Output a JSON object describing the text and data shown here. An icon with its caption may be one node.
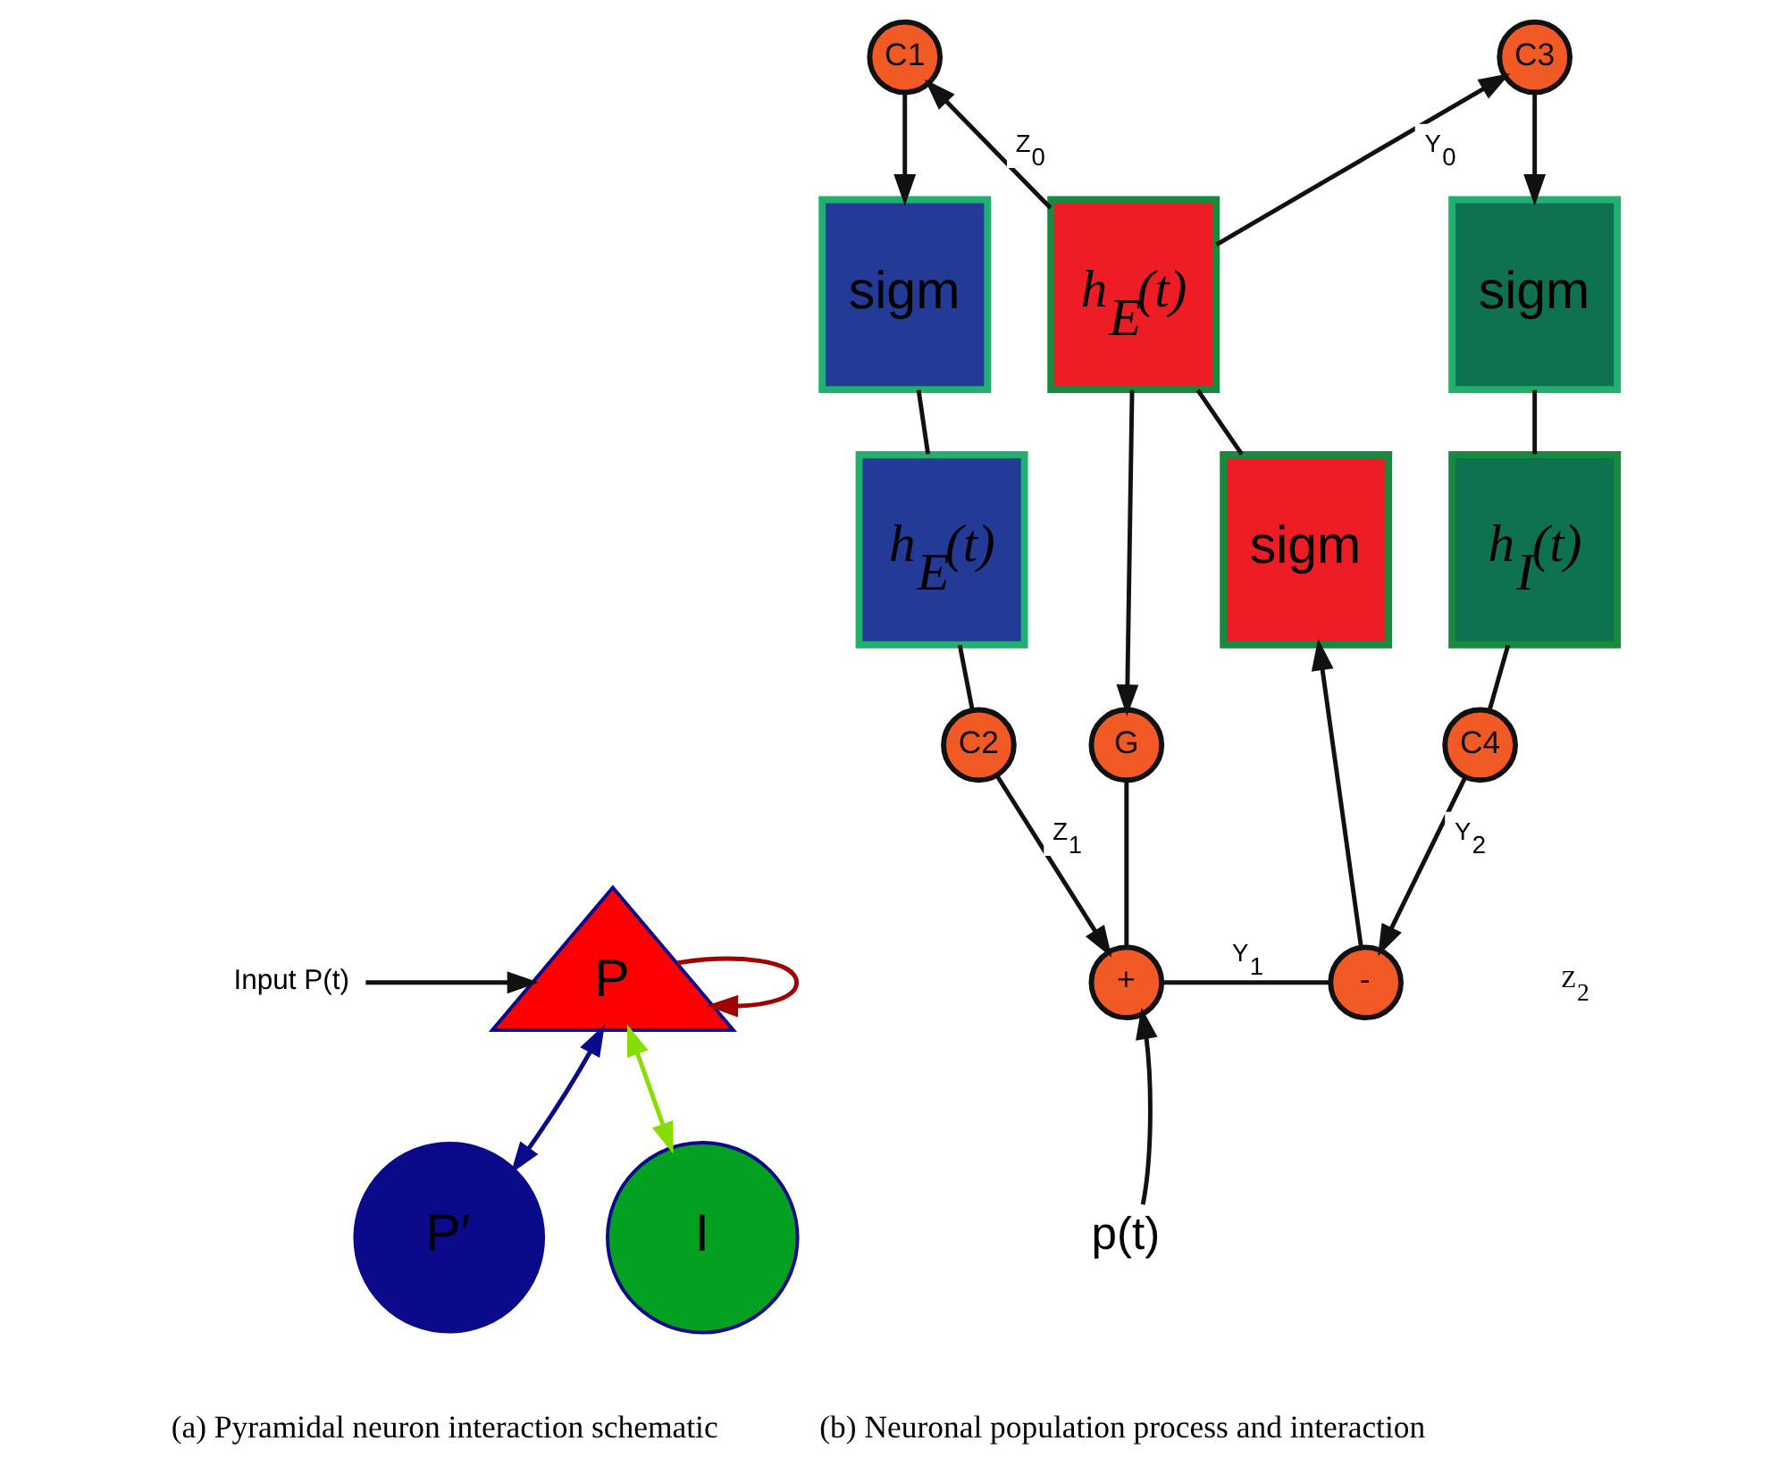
{
  "diagram": {
    "nodes": [
      {
        "text": [
          "Input P(t)"
        ]
      },
      {
        "text": [
          "P"
        ]
      },
      {
        "text": [
          "P′"
        ]
      },
      {
        "text": [
          "I"
        ]
      },
      {
        "text": [
          "C1"
        ]
      },
      {
        "text": [
          "C3"
        ]
      },
      {
        "text": [
          "sigm"
        ]
      },
      {
        "text": [
          "h$_{E}$(t)"
        ]
      },
      {
        "text": [
          "sigm"
        ]
      },
      {
        "text": [
          "h$_{E}$(t)"
        ]
      },
      {
        "text": [
          "sigm"
        ]
      },
      {
        "text": [
          "h$_{I}$(t)"
        ]
      },
      {
        "text": [
          "C2"
        ]
      },
      {
        "text": [
          "G"
        ]
      },
      {
        "text": [
          "C4"
        ]
      },
      {
        "text": [
          "+"
        ]
      },
      {
        "text": [
          "-"
        ]
      },
      {
        "text": [
          "p(t)"
        ]
      }
    ],
    "edges": [
      {
        "from": 0,
        "to": 1,
        "arrow": "to"
      },
      {
        "from": 2,
        "to": 1,
        "arrow": "both",
        "color": "#0a0a8a"
      },
      {
        "from": 1,
        "to": 1,
        "arrow": "to",
        "color": "#a00000"
      },
      {
        "from": 1,
        "to": 3,
        "arrow": "both",
        "color": "#88dd00"
      },
      {
        "from": 9,
        "to": 4,
        "arrow": "to",
        "label": "Z$_{0}$"
      },
      {
        "from": 9,
        "to": 5,
        "arrow": "to",
        "label": "Y$_{0}$"
      },
      {
        "from": 9,
        "to": 13,
        "arrow": "to"
      },
      {
        "from": 4,
        "to": 6,
        "arrow": "to"
      },
      {
        "from": 5,
        "to": 8,
        "arrow": "to"
      },
      {
        "from": 6,
        "to": 7,
        "arrow": "none"
      },
      {
        "from": 7,
        "to": 12,
        "arrow": "none"
      },
      {
        "from": 12,
        "to": 15,
        "arrow": "to",
        "label": "Z$_{1}$"
      },
      {
        "from": 13,
        "to": 15,
        "arrow": "none"
      },
      {
        "from": 17,
        "to": 15,
        "arrow": "to"
      },
      {
        "from": 15,
        "to": 16,
        "arrow": "none",
        "label": "Y$_{1}$"
      },
      {
        "from": 16,
        "to": 10,
        "arrow": "to"
      },
      {
        "from": 10,
        "to": 9,
        "arrow": "none"
      },
      {
        "from": 8,
        "to": 11,
        "arrow": "none"
      },
      {
        "from": 11,
        "to": 14,
        "arrow": "none"
      },
      {
        "from": 14,
        "to": 16,
        "arrow": "to",
        "label": "Y$_{2}$"
      }
    ],
    "labels": [
      "Z$_{2}$",
      "(a) Pyramidal neuron interaction schematic",
      "(b) Neuronal population process and interaction"
    ]
  }
}
